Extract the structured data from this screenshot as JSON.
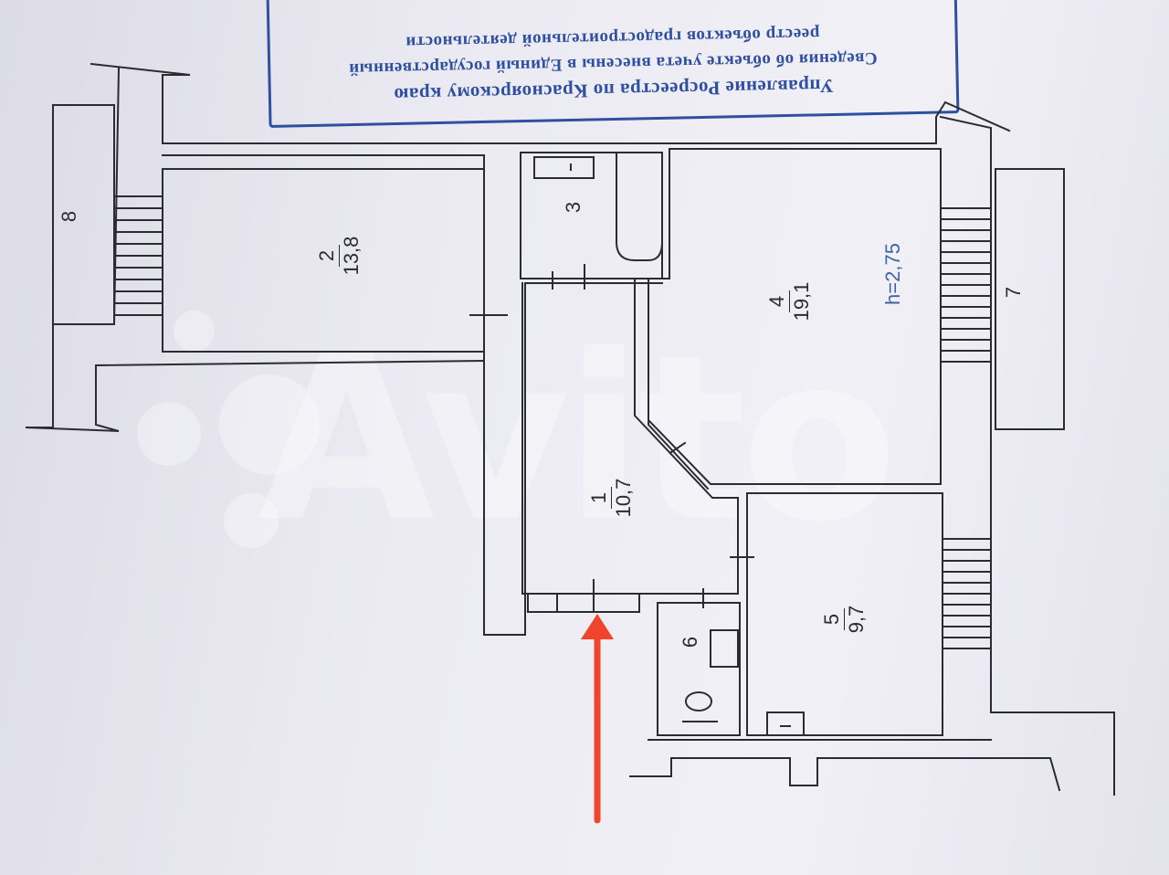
{
  "stamp": {
    "lines": [
      "Управление Росреестра по Красноярскому краю",
      "Сведения об объекте учета внесены в Единый государственный",
      "реестр объектов градостроительной деятельности"
    ]
  },
  "watermark": "Avito",
  "rooms": [
    {
      "number": "1",
      "area": "10,7"
    },
    {
      "number": "2",
      "area": "13,8"
    },
    {
      "number": "3"
    },
    {
      "number": "4",
      "area": "19,1"
    },
    {
      "number": "5",
      "area": "9,7"
    },
    {
      "number": "6"
    },
    {
      "number": "7"
    },
    {
      "number": "8"
    }
  ],
  "ceiling_height": "h=2,75",
  "colors": {
    "ink": "#2b2b33",
    "stamp": "#2f4fa0",
    "arrow": "#f0442c",
    "note": "#3f63a8"
  }
}
